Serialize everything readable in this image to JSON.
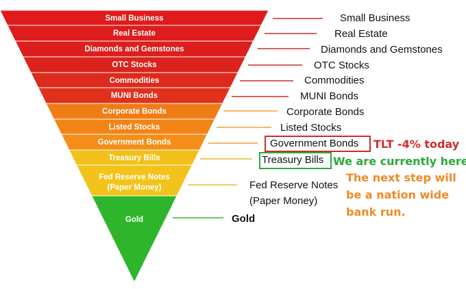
{
  "tiers": [
    {
      "label": "Small Business",
      "color": "#e01b1b"
    },
    {
      "label": "Real Estate",
      "color": "#dd1c1c"
    },
    {
      "label": "Diamonds and Gemstones",
      "color": "#db1f1c"
    },
    {
      "label": "OTC Stocks",
      "color": "#da231c"
    },
    {
      "label": "Commodities",
      "color": "#dc2a1c"
    },
    {
      "label": "MUNI Bonds",
      "color": "#e0311c"
    },
    {
      "label": "Corporate Bonds",
      "color": "#f07c16"
    },
    {
      "label": "Listed Stocks",
      "color": "#f28416"
    },
    {
      "label": "Government Bonds",
      "color": "#f58e18"
    },
    {
      "label": "Treasury Bills",
      "color": "#f2c01a"
    },
    {
      "label_lines": [
        "Fed Reserve Notes",
        "(Paper Money)"
      ],
      "color": "#f3c31c"
    },
    {
      "label": "Gold",
      "color": "#2fb52c"
    }
  ],
  "side_labels": [
    "Small Business",
    "Real Estate",
    "Diamonds and Gemstones",
    "OTC Stocks",
    "Commodities",
    "MUNI Bonds",
    "Corporate Bonds",
    "Listed Stocks",
    "Government Bonds",
    "Treasury Bills",
    [
      "Fed Reserve Notes",
      "(Paper Money)"
    ],
    "Gold"
  ],
  "connector_colors": {
    "red": "#cc2a2a",
    "orange": "#f0a030",
    "yellow": "#f0b830",
    "green": "#35b535"
  },
  "annotations": {
    "tlt_note": "TLT -4% today",
    "tlt_color": "#d42a2a",
    "here_note": "We are currently here",
    "here_color": "#2aaa3a",
    "next_step_lines": [
      "The next step will",
      "be a nation wide",
      "bank run."
    ],
    "next_step_color": "#f08a25",
    "gov_box_color": "#d42a2a",
    "tbill_box_color": "#2aaa3a"
  }
}
